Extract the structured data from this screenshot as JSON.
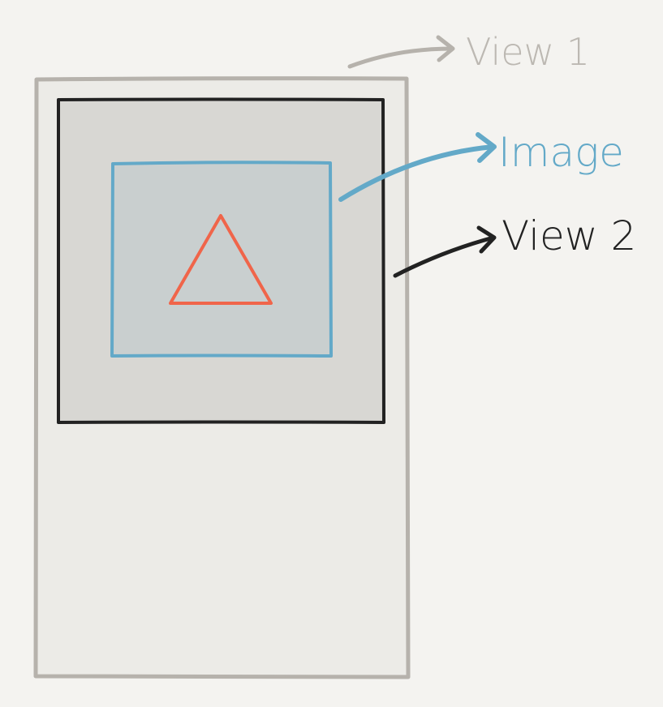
{
  "labels": {
    "view1": "View 1",
    "image": "Image",
    "view2": "View 2"
  },
  "colors": {
    "background": "#f4f3f0",
    "view1_stroke": "#b6b2ac",
    "view1_fill": "#ecebe7",
    "view1_label": "#bcb8b2",
    "view2_stroke": "#222222",
    "view2_fill": "#d8d7d3",
    "image_stroke": "#63a9c8",
    "image_fill": "#c9cfcf",
    "triangle_stroke": "#f0654a"
  },
  "icons": {
    "image_content": "triangle-icon"
  }
}
